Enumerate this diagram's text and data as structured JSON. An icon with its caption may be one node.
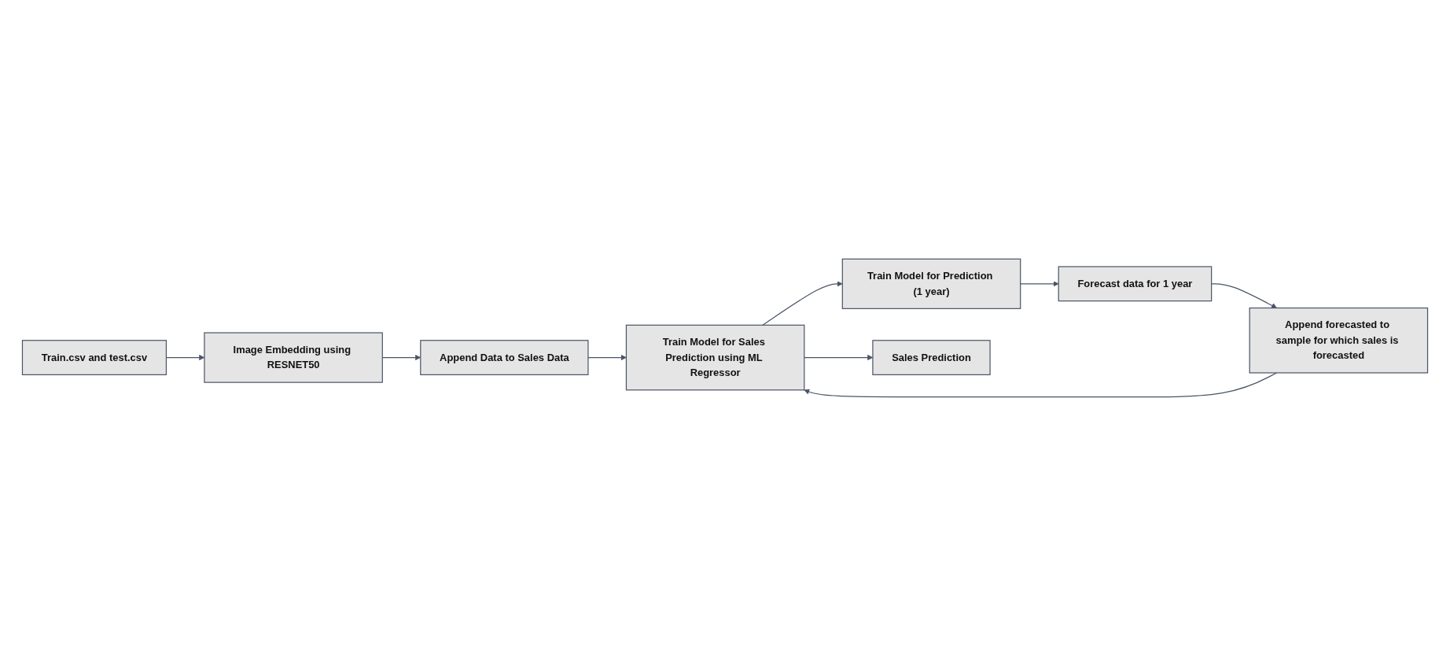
{
  "diagram": {
    "nodes": [
      {
        "text": [
          "Train.csv and test.csv"
        ]
      },
      {
        "text": [
          "Image Embedding using RESNET50"
        ]
      },
      {
        "text": [
          "Append Data to Sales Data"
        ]
      },
      {
        "text": [
          "Train Model for Sales Prediction using ML Regressor"
        ]
      },
      {
        "text": [
          "Append forecasted to sample for which sales is forecasted"
        ]
      },
      {
        "text": [
          "Forecast data for 1 year"
        ]
      },
      {
        "text": [
          "Train Model for Prediction (1 year)"
        ]
      },
      {
        "text": [
          "Sales Prediction"
        ]
      }
    ],
    "edges": [
      {
        "from": 0,
        "to": 1,
        "arrow": "to"
      },
      {
        "from": 1,
        "to": 2,
        "arrow": "to"
      },
      {
        "from": 2,
        "to": 3,
        "arrow": "to"
      },
      {
        "from": 3,
        "to": 6,
        "arrow": "to"
      },
      {
        "from": 6,
        "to": 5,
        "arrow": "to"
      },
      {
        "from": 5,
        "to": 4,
        "arrow": "to"
      },
      {
        "from": 4,
        "to": 3,
        "arrow": "to"
      },
      {
        "from": 3,
        "to": 7,
        "arrow": "to"
      }
    ]
  }
}
